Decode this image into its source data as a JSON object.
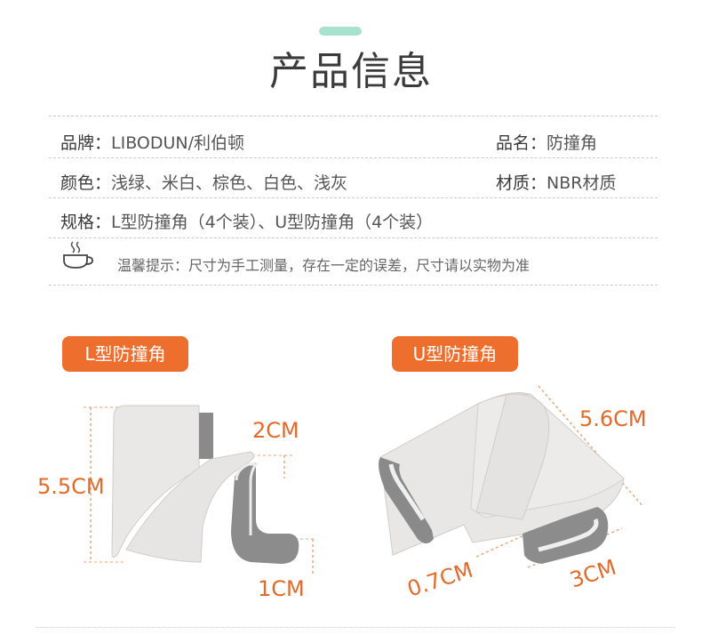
{
  "header": {
    "title": "产品信息"
  },
  "info": {
    "brand_label": "品牌：",
    "brand_value": "LIBODUN/利伯顿",
    "name_label": "品名：",
    "name_value": "防撞角",
    "color_label": "颜色：",
    "color_value": "浅绿、米白、棕色、白色、浅灰",
    "material_label": "材质：",
    "material_value": "NBR材质",
    "spec_label": "规格：",
    "spec_value": "L型防撞角（4个装）、U型防撞角（4个装）"
  },
  "tip": {
    "icon": "coffee-cup-icon",
    "text": "温馨提示：尺寸为手工测量，存在一定的误差，尺寸请以实物为准"
  },
  "products": {
    "l": {
      "badge": "L型防撞角",
      "height": "5.5CM",
      "depth": "2CM",
      "edge": "1CM"
    },
    "u": {
      "badge": "U型防撞角",
      "length": "5.6CM",
      "gap": "0.7CM",
      "width": "3CM"
    }
  },
  "colors": {
    "accent": "#a7e2cf",
    "badge": "#ee6e2e",
    "dimension": "#e06b2a"
  }
}
